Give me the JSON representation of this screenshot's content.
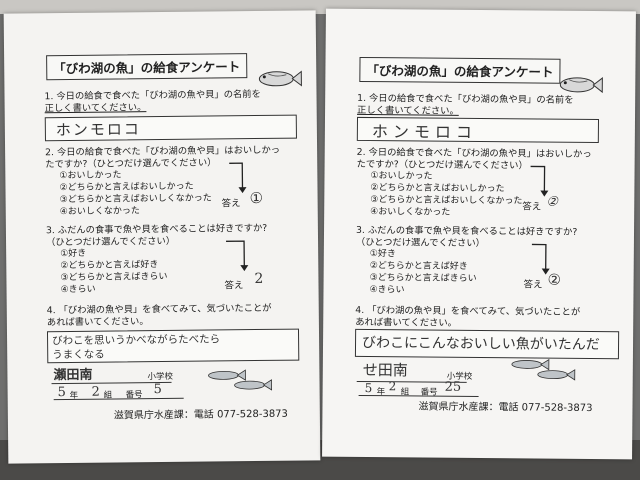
{
  "left": {
    "title": "「びわ湖の魚」の給食アンケート",
    "q1_a": "1. 今日の給食で食べた「びわ湖の魚や貝」の名前を",
    "q1_b": "正しく書いてください。",
    "q1_answer": "ホンモロコ",
    "q2_a": "2. 今日の給食で食べた「びわ湖の魚や貝」はおいしかっ",
    "q2_b": "たですか?（ひとつだけ選んでください）",
    "q2_options": [
      "①おいしかった",
      "②どちらかと言えばおいしかった",
      "③どちらかと言えばおいしくなかった",
      "④おいしくなかった"
    ],
    "answer_label": "答え",
    "q2_answer": "①",
    "q3_a": "3. ふだんの食事で魚や貝を食べることは好きですか?",
    "q3_b": "（ひとつだけ選んでください）",
    "q3_options": [
      "①好き",
      "②どちらかと言えば好き",
      "③どちらかと言えばきらい",
      "④きらい"
    ],
    "q3_answer": "2",
    "q4_a": "4. 「びわ湖の魚や貝」を食べてみて、気づいたことが",
    "q4_b": "あれば書いてください。",
    "q4_answer_1": "びわこを思いうかべながらたべたら",
    "q4_answer_2": "うまくなる",
    "school": "瀬田南",
    "school_suffix": "小学校",
    "grade": "5",
    "grade_label": "年",
    "class_no": "2",
    "class_label": "組",
    "number_label": "番号",
    "number": "5",
    "footer": "滋賀県庁水産課：電話 077-528-3873"
  },
  "right": {
    "title": "「びわ湖の魚」の給食アンケート",
    "q1_a": "1. 今日の給食で食べた「びわ湖の魚や貝」の名前を",
    "q1_b": "正しく書いてください。",
    "q1_answer": "ホンモロコ",
    "q2_a": "2. 今日の給食で食べた「びわ湖の魚や貝」はおいしかっ",
    "q2_b": "たですか?（ひとつだけ選んでください）",
    "q2_options": [
      "①おいしかった",
      "②どちらかと言えばおいしかった",
      "③どちらかと言えばおいしくなかった",
      "④おいしくなかった"
    ],
    "answer_label": "答え",
    "q2_answer": "②",
    "q3_a": "3. ふだんの食事で魚や貝を食べることは好きですか?",
    "q3_b": "（ひとつだけ選んでください）",
    "q3_options": [
      "①好き",
      "②どちらかと言えば好き",
      "③どちらかと言えばきらい",
      "④きらい"
    ],
    "q3_answer": "②",
    "q4_a": "4. 「びわ湖の魚や貝」を食べてみて、気づいたことが",
    "q4_b": "あれば書いてください。",
    "q4_answer_1": "びわこにこんなおいしい魚がいたんだ",
    "school": "せ田南",
    "school_suffix": "小学校",
    "grade": "5",
    "grade_label": "年",
    "class_no": "2",
    "class_label": "組",
    "number_label": "番号",
    "number": "25",
    "footer": "滋賀県庁水産課：電話 077-528-3873"
  }
}
